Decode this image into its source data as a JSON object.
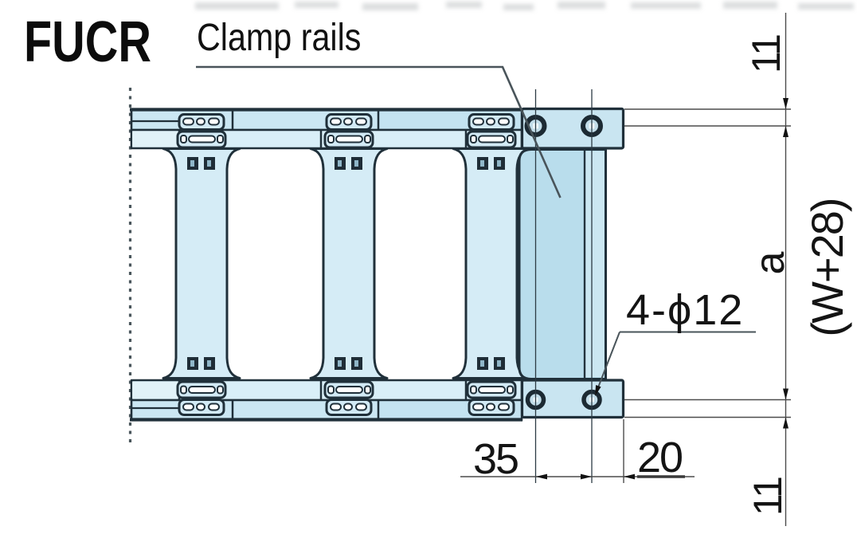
{
  "title": "FUCR",
  "labels": {
    "clamp_rails": "Clamp rails",
    "hole_callout": "4-ϕ12"
  },
  "dimensions": {
    "rail_offset_top": "11",
    "rail_offset_bottom": "11",
    "inner_width": "a",
    "outer_width": "(W+28)",
    "hole_pitch": "35",
    "hole_edge_distance": "20"
  },
  "colors": {
    "outline": "#20303a",
    "band_fill": "#cbe7f3",
    "band_inner_fill": "#d9eff8",
    "crossbar_fill": "#d5ecf6",
    "clamp_rail_fill": "#b9ddec",
    "end_plate_fill": "#c9e5f1",
    "hole_fill": "#c2dde9",
    "dimension_line": "#4c4c4c",
    "text": "#141414",
    "background": "#ffffff"
  }
}
